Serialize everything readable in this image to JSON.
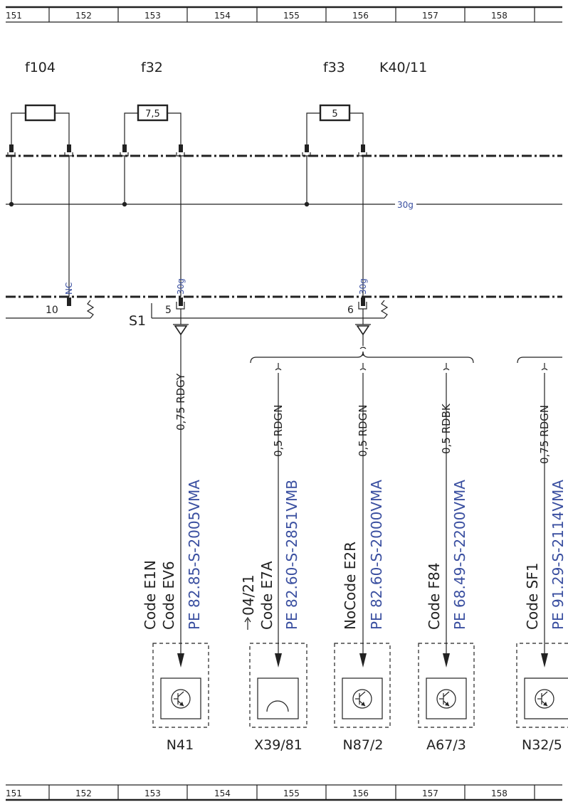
{
  "grid_columns": [
    "151",
    "152",
    "153",
    "154",
    "155",
    "156",
    "157",
    "158"
  ],
  "fuse_labels": {
    "f104": "f104",
    "f32": "f32",
    "f33": "f33",
    "relay": "K40/11"
  },
  "fuse_values": {
    "f32": "7,5",
    "f33": "5"
  },
  "bus_label": "30g",
  "terminal_labels": {
    "nc": "NC",
    "t30g_a": "30g",
    "t30g_b": "30g"
  },
  "pin_numbers": {
    "p10": "10",
    "p5": "5",
    "p6": "6"
  },
  "splice_label": "S1",
  "wires": [
    {
      "gauge": "0,75 RDGY",
      "code_lines": [
        "Code E1N",
        "Code EV6"
      ],
      "doc": "PE 82.85-S-2005VMA",
      "component": "N41"
    },
    {
      "gauge": "0,5 RDGN",
      "prefix": "04/21",
      "code_lines": [
        "Code E7A"
      ],
      "doc": "PE 82.60-S-2851VMB",
      "component": "X39/81"
    },
    {
      "gauge": "0,5 RDGN",
      "code_lines": [
        "NoCode E2R"
      ],
      "doc": "PE 82.60-S-2000VMA",
      "component": "N87/2"
    },
    {
      "gauge": "0,5 RDBK",
      "code_lines": [
        "Code F84"
      ],
      "doc": "PE 68.49-S-2200VMA",
      "component": "A67/3"
    },
    {
      "gauge": "0,75 RDGN",
      "code_lines": [
        "Code SF1"
      ],
      "doc": "PE 91.29-S-2114VMA",
      "component": "N32/5"
    }
  ],
  "colors": {
    "text": "#222222",
    "reference": "#3a4fa0"
  }
}
